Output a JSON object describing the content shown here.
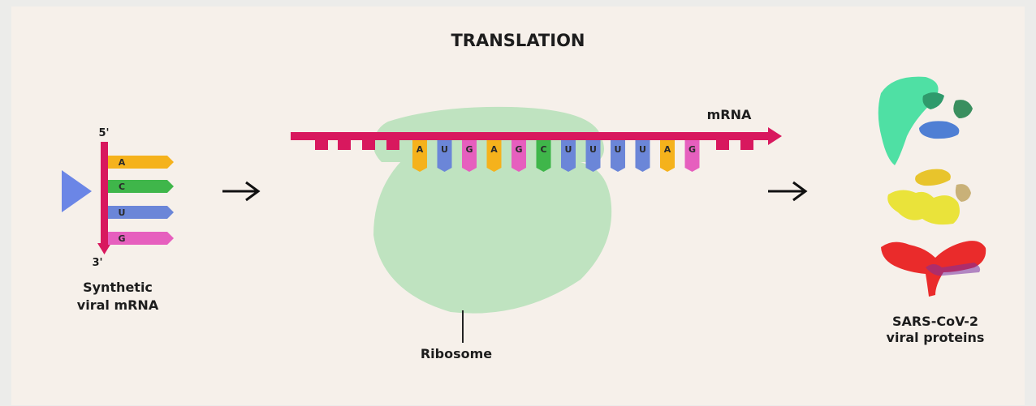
{
  "title": "TRANSLATION",
  "left": {
    "five_prime": "5'",
    "three_prime": "3'",
    "label_line1": "Synthetic",
    "label_line2": "viral mRNA",
    "bases": [
      {
        "letter": "A",
        "color": "#f5b21c"
      },
      {
        "letter": "C",
        "color": "#3fb64a"
      },
      {
        "letter": "U",
        "color": "#6b86d8"
      },
      {
        "letter": "G",
        "color": "#e65fbe"
      }
    ]
  },
  "center": {
    "mrna_label": "mRNA",
    "ribosome_label": "Ribosome",
    "codons": [
      {
        "letter": "A",
        "color": "#f5b21c"
      },
      {
        "letter": "U",
        "color": "#6b86d8"
      },
      {
        "letter": "G",
        "color": "#e65fbe"
      },
      {
        "letter": "A",
        "color": "#f5b21c"
      },
      {
        "letter": "G",
        "color": "#e65fbe"
      },
      {
        "letter": "C",
        "color": "#3fb64a"
      },
      {
        "letter": "U",
        "color": "#6b86d8"
      },
      {
        "letter": "U",
        "color": "#6b86d8"
      },
      {
        "letter": "U",
        "color": "#6b86d8"
      },
      {
        "letter": "U",
        "color": "#6b86d8"
      },
      {
        "letter": "A",
        "color": "#f5b21c"
      },
      {
        "letter": "G",
        "color": "#e65fbe"
      }
    ]
  },
  "right": {
    "label_line1": "SARS-CoV-2",
    "label_line2": "viral proteins"
  },
  "colors": {
    "backbone": "#d8185e",
    "ribosome": "#bfe3c0",
    "panel": "#f6f0ea",
    "start_marker": "#6b86e6"
  }
}
